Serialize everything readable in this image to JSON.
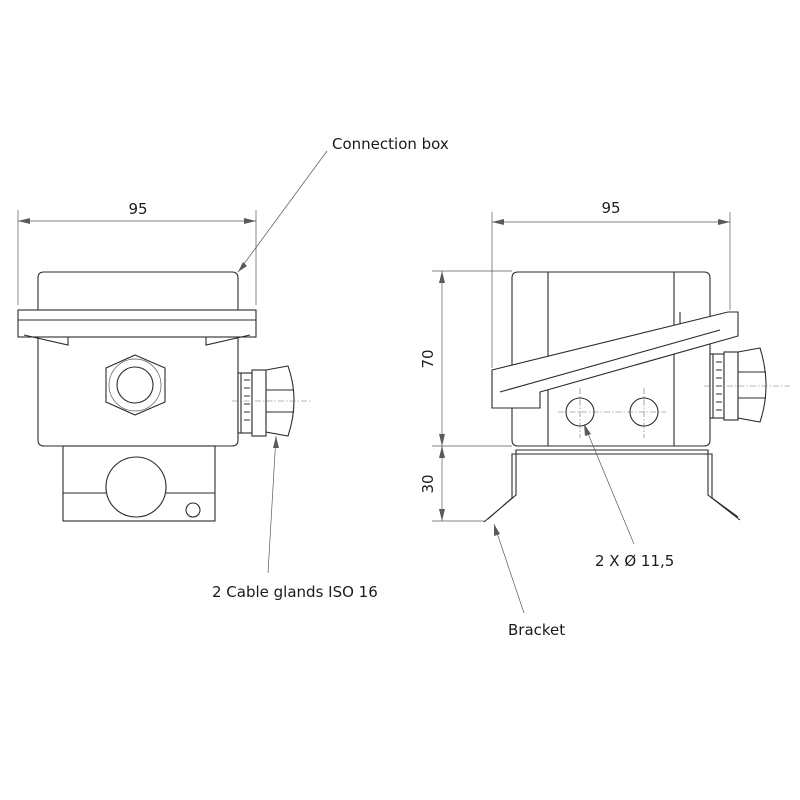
{
  "labels": {
    "connection_box": "Connection box",
    "cable_glands": "2 Cable glands ISO 16",
    "bracket": "Bracket",
    "holes": "2 X Ø 11,5"
  },
  "dimensions": {
    "front_width": "95",
    "side_width": "95",
    "box_height": "70",
    "bracket_height": "30"
  }
}
